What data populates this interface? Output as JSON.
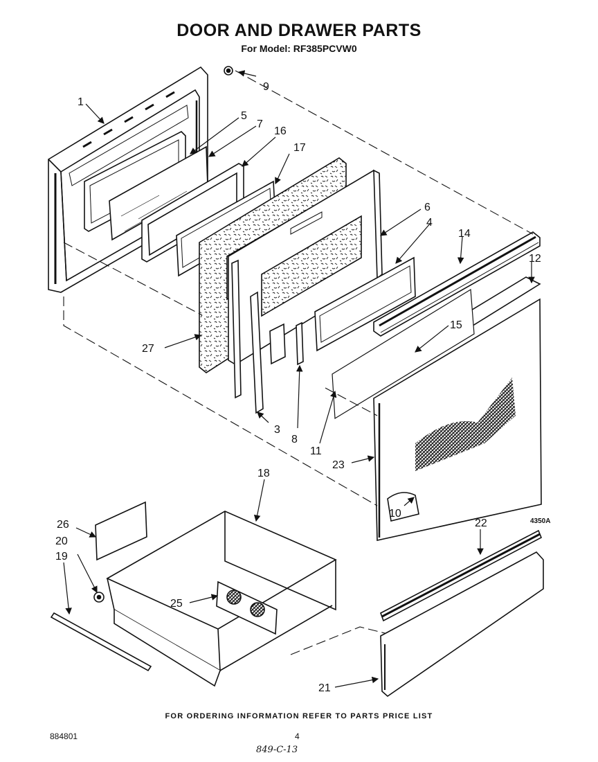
{
  "header": {
    "title": "DOOR AND DRAWER PARTS",
    "subtitle": "For Model: RF385PCVW0"
  },
  "footer": {
    "ordering_note": "FOR ORDERING INFORMATION REFER TO PARTS PRICE LIST",
    "document_number": "884801",
    "page_number": "4",
    "handwritten_note": "849-C-13"
  },
  "art_code": "4350A",
  "callouts": {
    "c1": "1",
    "c3": "3",
    "c4": "4",
    "c5": "5",
    "c6": "6",
    "c7": "7",
    "c8": "8",
    "c9": "9",
    "c10": "10",
    "c11": "11",
    "c12": "12",
    "c14": "14",
    "c15": "15",
    "c16": "16",
    "c17": "17",
    "c18": "18",
    "c19": "19",
    "c20": "20",
    "c21": "21",
    "c22": "22",
    "c23": "23",
    "c25": "25",
    "c26": "26",
    "c27": "27"
  }
}
